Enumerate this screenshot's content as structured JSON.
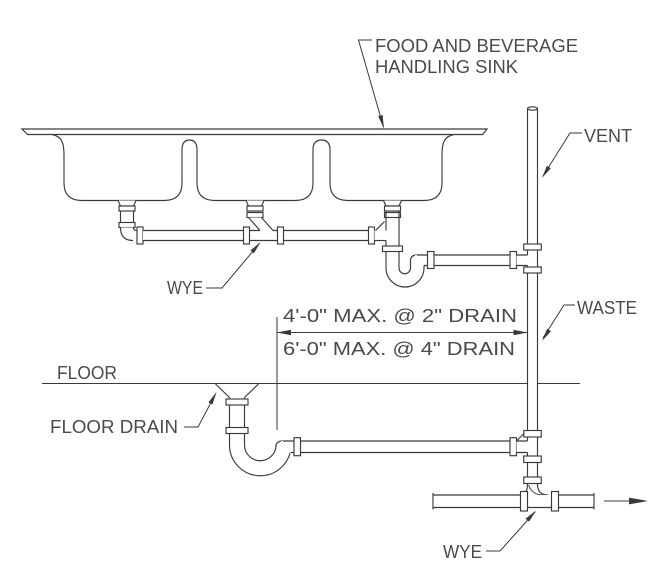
{
  "labels": {
    "sink_callout": {
      "line1": "FOOD AND BEVERAGE",
      "line2": "HANDLING SINK"
    },
    "vent": "VENT",
    "waste": "WASTE",
    "wye_upper": "WYE",
    "wye_lower": "WYE",
    "floor": "FLOOR",
    "floor_drain": "FLOOR DRAIN"
  },
  "dimensions": {
    "max_2in_drain": "4'-0\" MAX. @ 2\" DRAIN",
    "max_4in_drain": "6'-0\" MAX. @ 4\" DRAIN"
  },
  "colors": {
    "line": "#3a3a3a",
    "text": "#4a4a4a",
    "background": "#ffffff"
  }
}
